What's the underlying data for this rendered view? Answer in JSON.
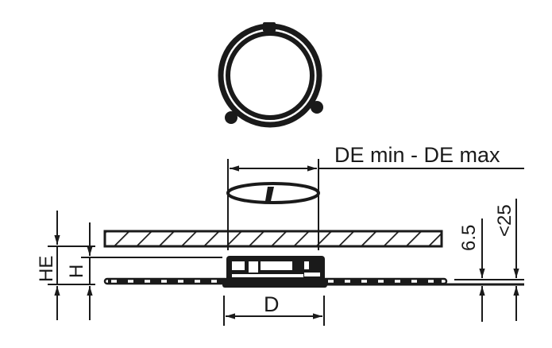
{
  "diagram": {
    "type": "technical-dimension-drawing",
    "colors": {
      "ink": "#1a1a1a",
      "background": "#ffffff"
    },
    "labels": {
      "de_range": "DE min -  DE max",
      "d": "D",
      "he": "HE",
      "h": "H",
      "six_five": "6.5",
      "lt25": "<25"
    },
    "parts": [
      {
        "name": "top-view-ring",
        "description": "ring with three mounting clips"
      },
      {
        "name": "ceiling-panel",
        "description": "hatched upper panel"
      },
      {
        "name": "lower-panel",
        "description": "thin hatched lower panel"
      },
      {
        "name": "fixture-body",
        "description": "recessed fixture with flange"
      },
      {
        "name": "cutout-ellipse",
        "description": "cut-out diameter ellipse"
      }
    ]
  }
}
